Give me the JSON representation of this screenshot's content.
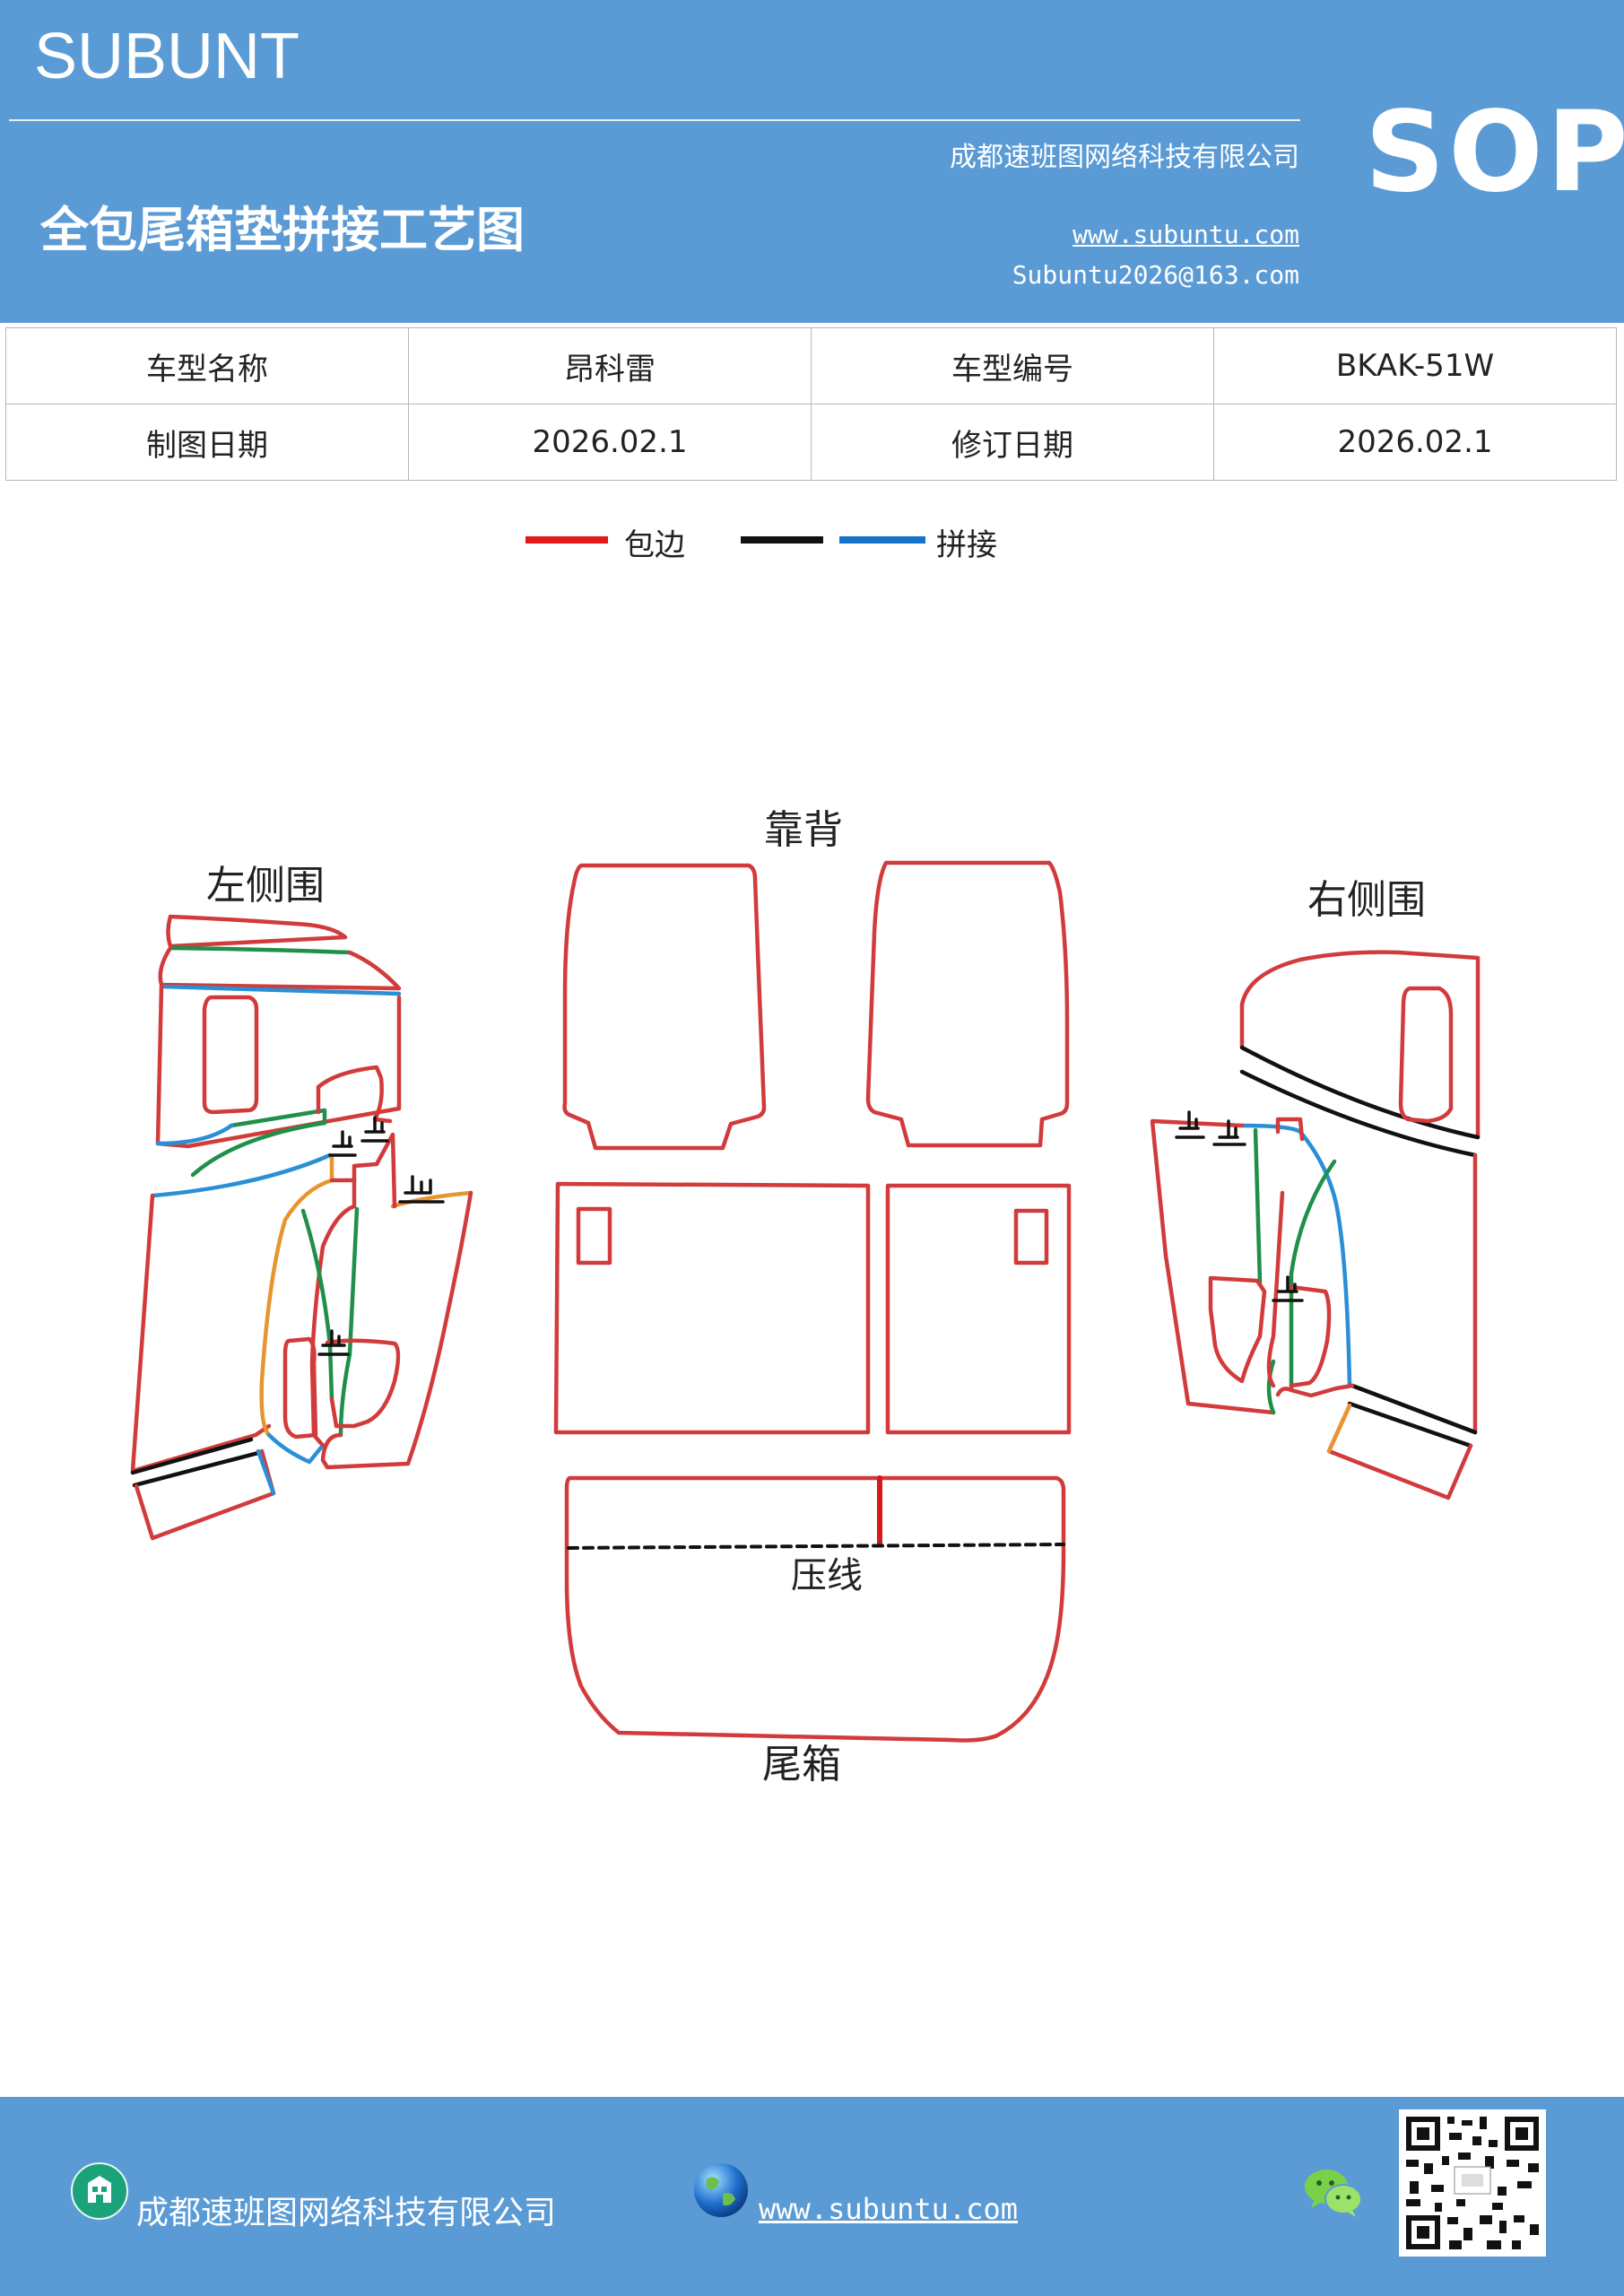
{
  "header": {
    "brand": "SUBUNT",
    "company": "成都速班图网络科技有限公司",
    "title": "全包尾箱垫拼接工艺图",
    "website": "www.subuntu.com",
    "email": "Subuntu2026@163.com",
    "sop": "SOP"
  },
  "info_table": [
    [
      "车型名称",
      "昂科雷",
      "车型编号",
      "BKAK-51W"
    ],
    [
      "制图日期",
      "2026.02.1",
      "修订日期",
      "2026.02.1"
    ]
  ],
  "legend": {
    "items": [
      {
        "label": "包边",
        "color": "#e31919"
      },
      {
        "label": "",
        "color": "#111111"
      },
      {
        "label": "拼接",
        "color": "#1574c7"
      }
    ]
  },
  "diagram": {
    "labels": {
      "left_side": "左侧围",
      "backrest": "靠背",
      "right_side": "右侧围",
      "crease": "压线",
      "trunk": "尾箱"
    },
    "mark": "止",
    "colors": {
      "edge": "#d23b3b",
      "black": "#111111",
      "blue": "#2a8fd6",
      "green": "#1f8f4a",
      "orange": "#e8952f"
    }
  },
  "footer": {
    "company": "成都速班图网络科技有限公司",
    "website": "www.subuntu.com",
    "building_icon": "building-icon",
    "globe_icon": "globe-icon",
    "wechat_icon": "wechat-icon",
    "qr": "qr-code"
  }
}
